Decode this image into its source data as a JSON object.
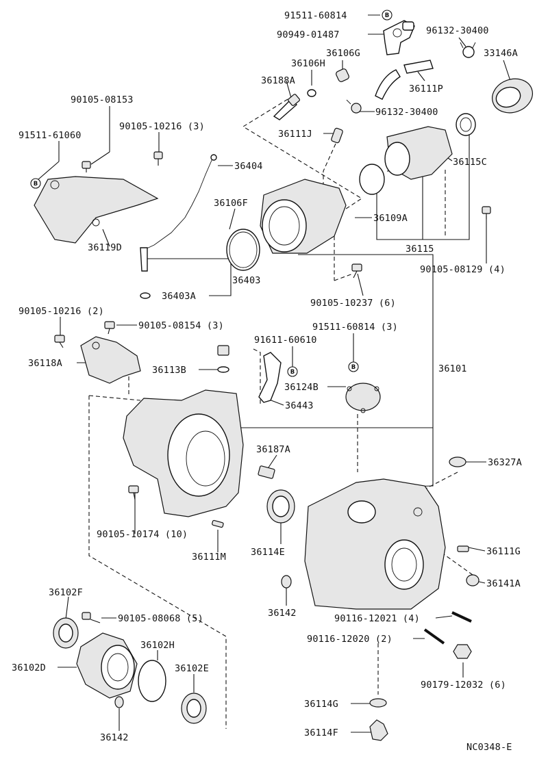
{
  "diagram_code": "NC0348-E",
  "badge_letter": "B",
  "labels": [
    "91511-60814",
    "90949-01487",
    "96132-30400",
    "36106G",
    "33146A",
    "36106H",
    "36188A",
    "36111P",
    "90105-08153",
    "96132-30400",
    "91511-61060",
    "90105-10216 (3)",
    "36111J",
    "36115C",
    "36404",
    "36106F",
    "36109A",
    "36119D",
    "36115",
    "90105-08129 (4)",
    "36403",
    "36403A",
    "90105-10237 (6)",
    "90105-10216 (2)",
    "90105-08154 (3)",
    "91511-60814 (3)",
    "91611-60610",
    "36118A",
    "36113B",
    "36124B",
    "36101",
    "36443",
    "36187A",
    "36327A",
    "90105-10174 (10)",
    "36114E",
    "36111G",
    "36111M",
    "36141A",
    "36102F",
    "36142",
    "90105-08068 (5)",
    "90116-12021 (4)",
    "90116-12020 (2)",
    "36102H",
    "36102E",
    "36102D",
    "90179-12032 (6)",
    "36114G",
    "36142",
    "36114F"
  ]
}
